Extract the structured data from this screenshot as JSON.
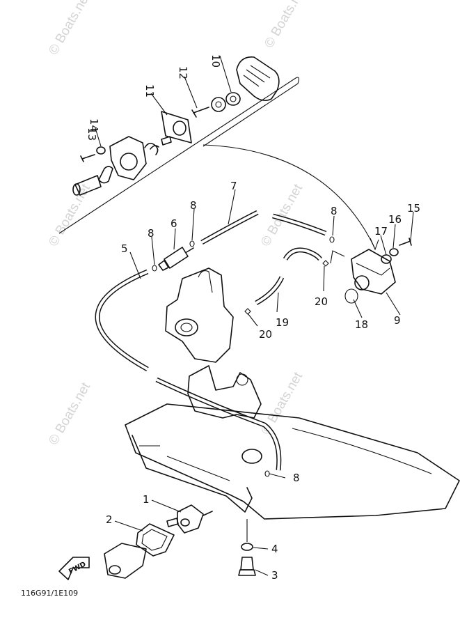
{
  "watermark": "© Boats.net",
  "drawing_code": "116G91/1E109",
  "fwd_label": "FWD",
  "callouts": [
    "1",
    "2",
    "3",
    "4",
    "5",
    "6",
    "7",
    "8",
    "8",
    "8",
    "8",
    "9",
    "10",
    "11",
    "12",
    "13",
    "14",
    "15",
    "16",
    "17",
    "18",
    "19",
    "20",
    "20"
  ]
}
